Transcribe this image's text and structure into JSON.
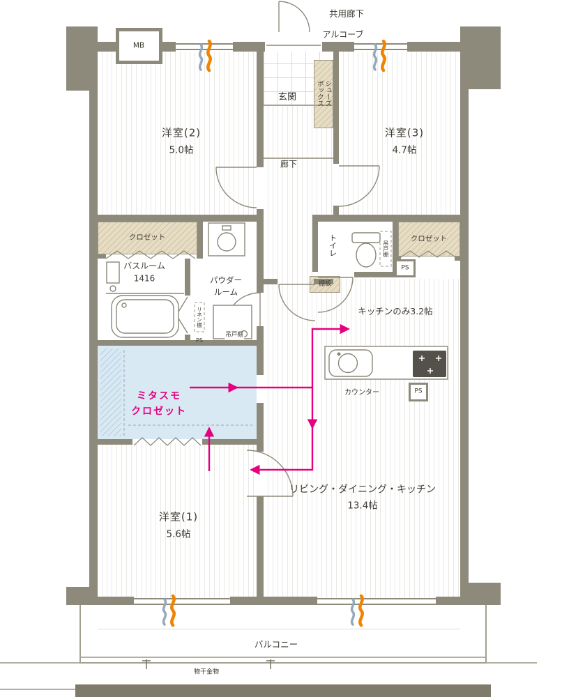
{
  "colors": {
    "wall": "#8d8a7c",
    "beige": "#e6ddc4",
    "beige_hatch": "#cfc4a6",
    "blue": "#d9e9f3",
    "blue_hatch": "#b7cfdf",
    "magenta": "#e4007f",
    "orange": "#f08300",
    "airflow_blue": "#93a9bc",
    "ink": "#3d3a32",
    "stripe": "#ebe9e4"
  },
  "labels": {
    "common_corridor": "共用廊下",
    "alcove": "アルコーブ",
    "meter_box": "MB",
    "entrance": "玄関",
    "shoe_box": "シューズボックス",
    "room2_name": "洋室(2)",
    "room2_size": "5.0帖",
    "room3_name": "洋室(3)",
    "room3_size": "4.7帖",
    "hallway": "廊下",
    "closet_left": "クロゼット",
    "closet_right": "クロゼット",
    "toilet": "トイレ",
    "hanging_cupboard_toilet": "吊戸棚",
    "ps_toilet": "PS",
    "bathroom_name": "バスルーム",
    "bathroom_size": "1416",
    "powder_line1": "パウダー",
    "powder_line2": "ルーム",
    "linen_shelf": "リネン棚",
    "ps_powder": "PS",
    "hanging_cupboard_powder": "吊戸棚",
    "shelf_board": "棚板",
    "kitchen_only": "キッチンのみ3.2帖",
    "counter": "カウンター",
    "ps_kitchen": "PS",
    "mitasumo_line1": "ミタスモ",
    "mitasumo_line2": "クロゼット",
    "room1_name": "洋室(1)",
    "room1_size": "5.6帖",
    "ldk_name": "リビング・ダイニング・キッチン",
    "ldk_size": "13.4帖",
    "balcony": "バルコニー",
    "laundry_hardware": "物干金物"
  }
}
